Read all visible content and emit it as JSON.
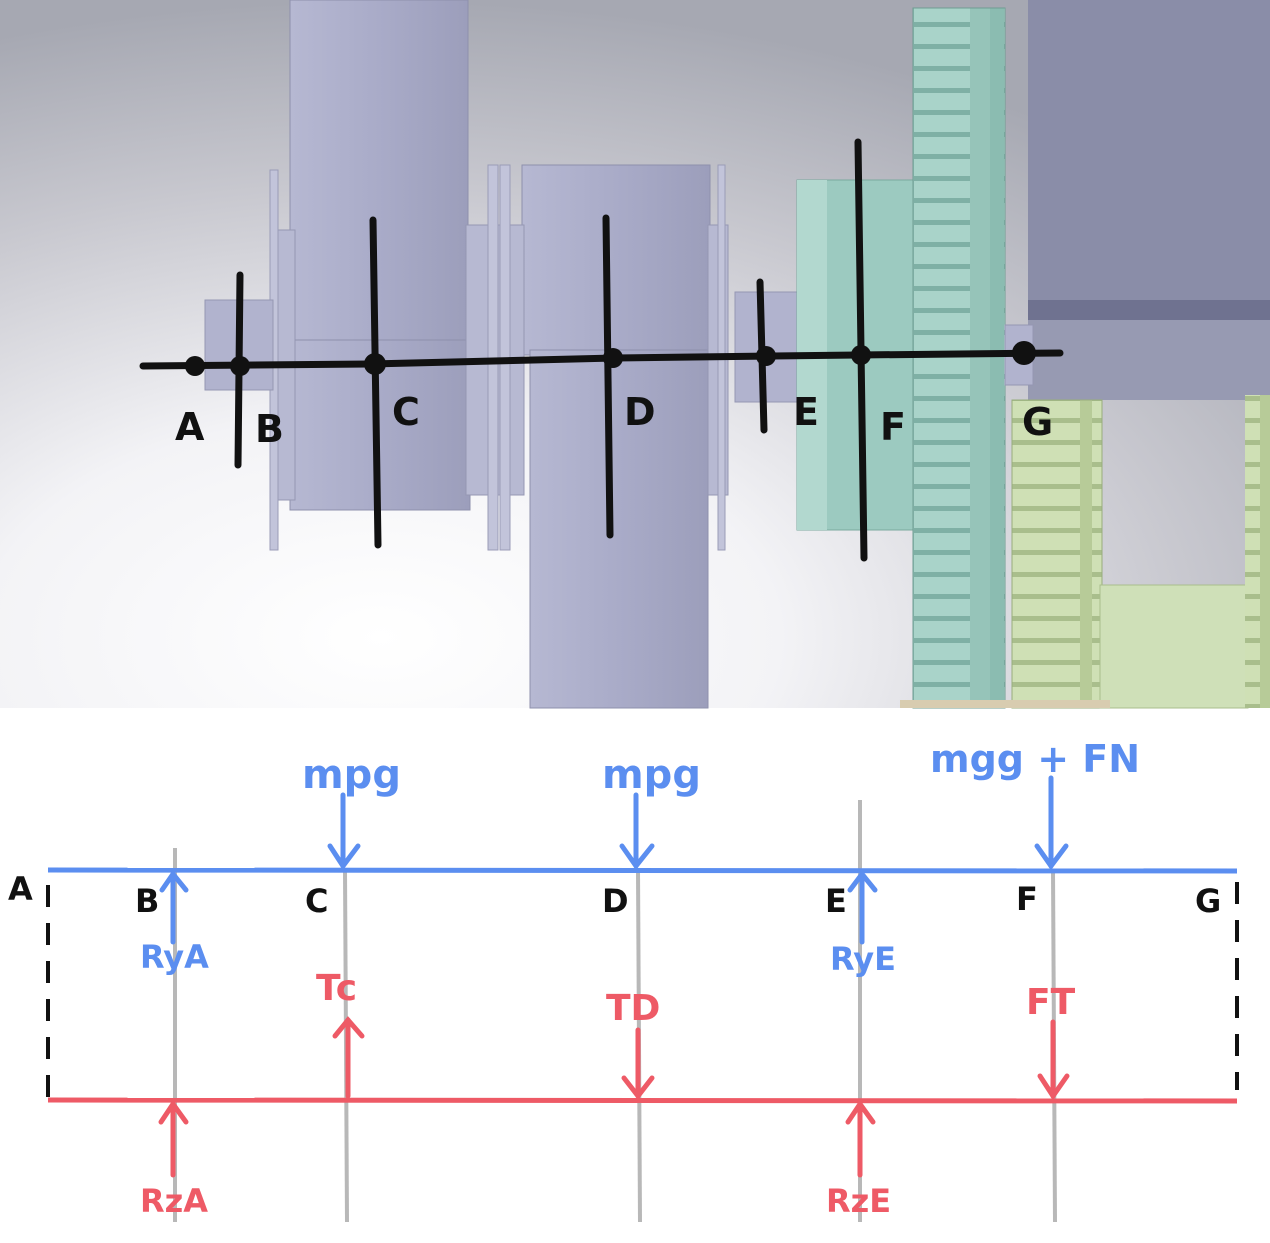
{
  "colors": {
    "blue": "#5b8ef0",
    "red": "#ee5a66",
    "black": "#111111",
    "gray": "#b8b8b8",
    "teal_gear": "#9ccac0",
    "green_gear": "#c9dcae",
    "part_gray": "#a7a9c7"
  },
  "cad_view": {
    "shaft_points": [
      "A",
      "B",
      "C",
      "D",
      "E",
      "F",
      "G"
    ]
  },
  "diagram": {
    "points": [
      "A",
      "B",
      "C",
      "D",
      "E",
      "F",
      "G"
    ],
    "blue_loads": {
      "mpg_c": "mpg",
      "mpg_d": "mpg",
      "mgg_fn": "mgg + FN",
      "ry_a": "RyA",
      "ry_e": "RyE"
    },
    "red_loads": {
      "tc": "Tc",
      "td": "TD",
      "ft": "FT",
      "rz_a": "RzA",
      "rz_e": "RzE"
    }
  }
}
